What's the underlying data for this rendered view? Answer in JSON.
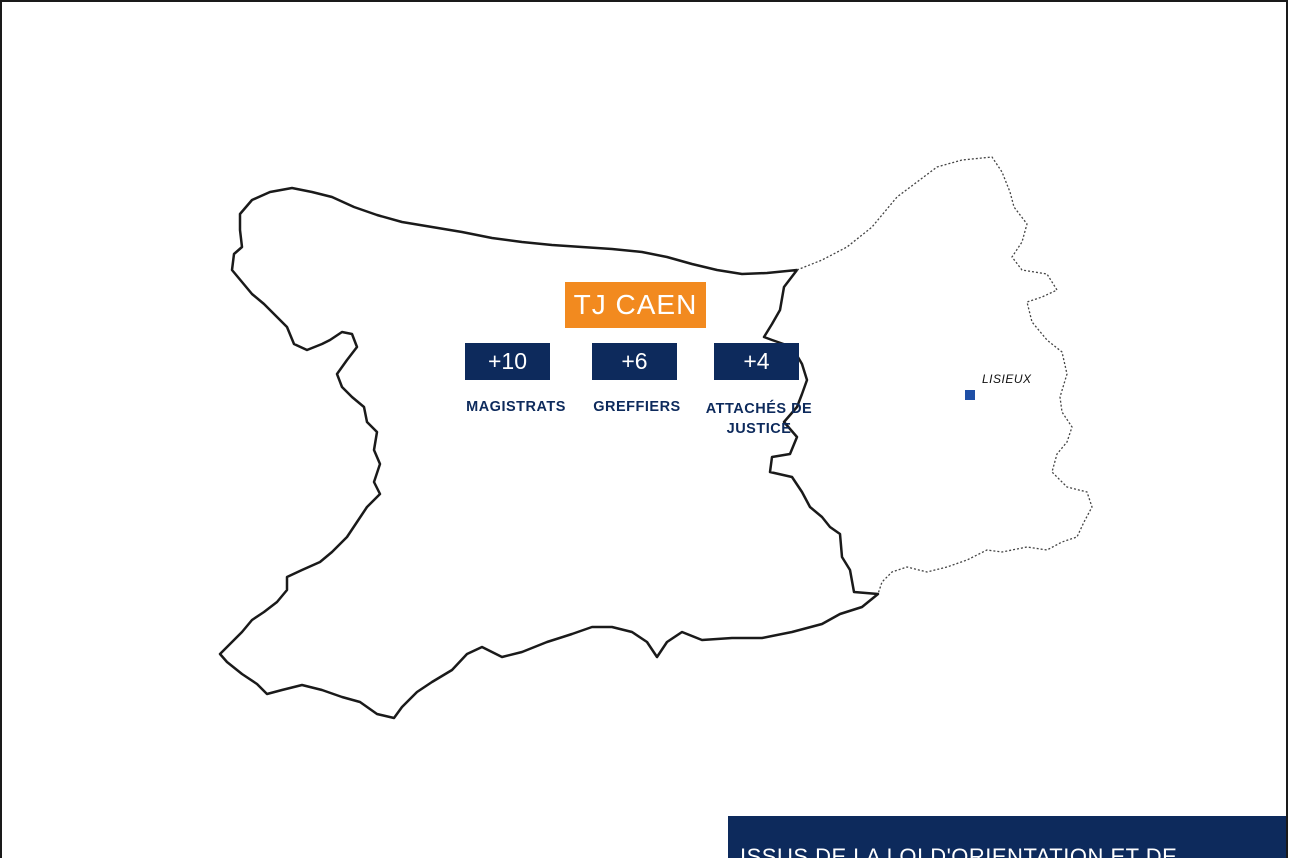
{
  "map": {
    "court_label": "TJ CAEN",
    "stats": [
      {
        "value": "+10",
        "caption": "MAGISTRATS"
      },
      {
        "value": "+6",
        "caption": "GREFFIERS"
      },
      {
        "value": "+4",
        "caption": "ATTACHÉS DE JUSTICE"
      }
    ],
    "city": "LISIEUX",
    "footer_text": "ISSUS DE LA LOI D'ORIENTATION ET DE"
  },
  "colors": {
    "accent_orange": "#f28a1f",
    "navy": "#0d2a5c",
    "marker_blue": "#1f4fa6"
  }
}
